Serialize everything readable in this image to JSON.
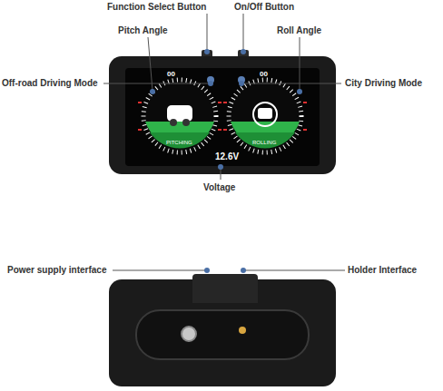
{
  "diagram": {
    "labels": [
      "Function Select Button",
      "On/Off Button",
      "Pitch Angle",
      "Roll Angle",
      "Off-road Driving Mode",
      "City Driving Mode",
      "00",
      "00",
      "PITCHING",
      "ROLLING",
      "12.6V",
      "Voltage",
      "Power supply interface",
      "Holder Interface"
    ]
  }
}
